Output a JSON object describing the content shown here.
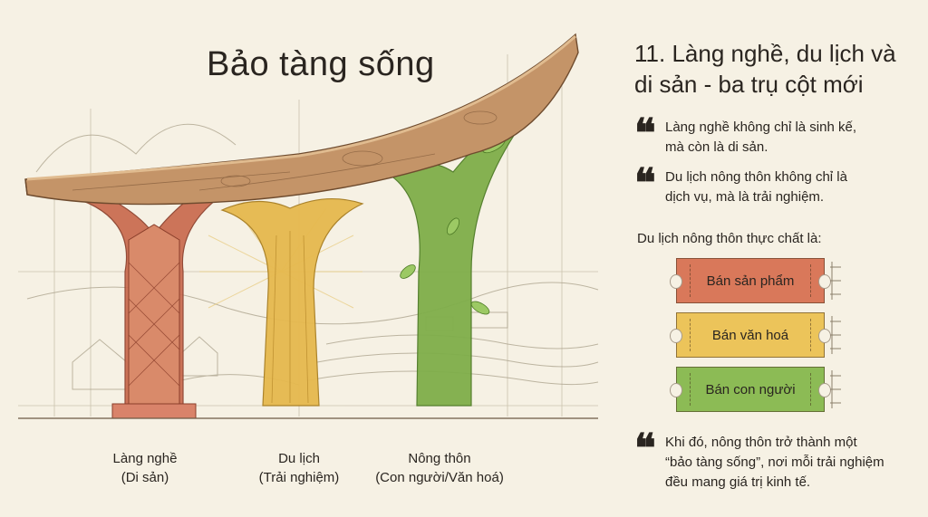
{
  "illustration": {
    "title": "Bảo tàng sống",
    "pillars": [
      {
        "name": "Làng nghề",
        "sub": "(Di sản)",
        "color": "#c96a4e"
      },
      {
        "name": "Du lịch",
        "sub": "(Trải nghiệm)",
        "color": "#e6b94e"
      },
      {
        "name": "Nông thôn",
        "sub": "(Con người/Văn hoá)",
        "color": "#7fae4a"
      }
    ]
  },
  "panel": {
    "heading_line1": "11. Làng nghề, du lịch và",
    "heading_line2": "di sản - ba trụ cột mới",
    "quote_mark": "❝",
    "quotes": [
      {
        "line1": "Làng nghề không chỉ là sinh kế,",
        "line2": "mà còn là di sản."
      },
      {
        "line1": "Du lịch nông thôn không chỉ là",
        "line2": "dịch vụ, mà là trải nghiệm."
      }
    ],
    "subheading": "Du lịch nông thôn thực chất là:",
    "tickets": [
      {
        "label": "Bán sản phẩm",
        "color": "#d9785a"
      },
      {
        "label": "Bán văn hoá",
        "color": "#ecc45a"
      },
      {
        "label": "Bán con người",
        "color": "#8cbb55"
      }
    ],
    "closing": {
      "line1": "Khi đó, nông thôn trở thành một",
      "line2": "“bảo tàng sống”, nơi mỗi trải nghiệm",
      "line3": "đều mang giá trị kinh tế."
    }
  }
}
